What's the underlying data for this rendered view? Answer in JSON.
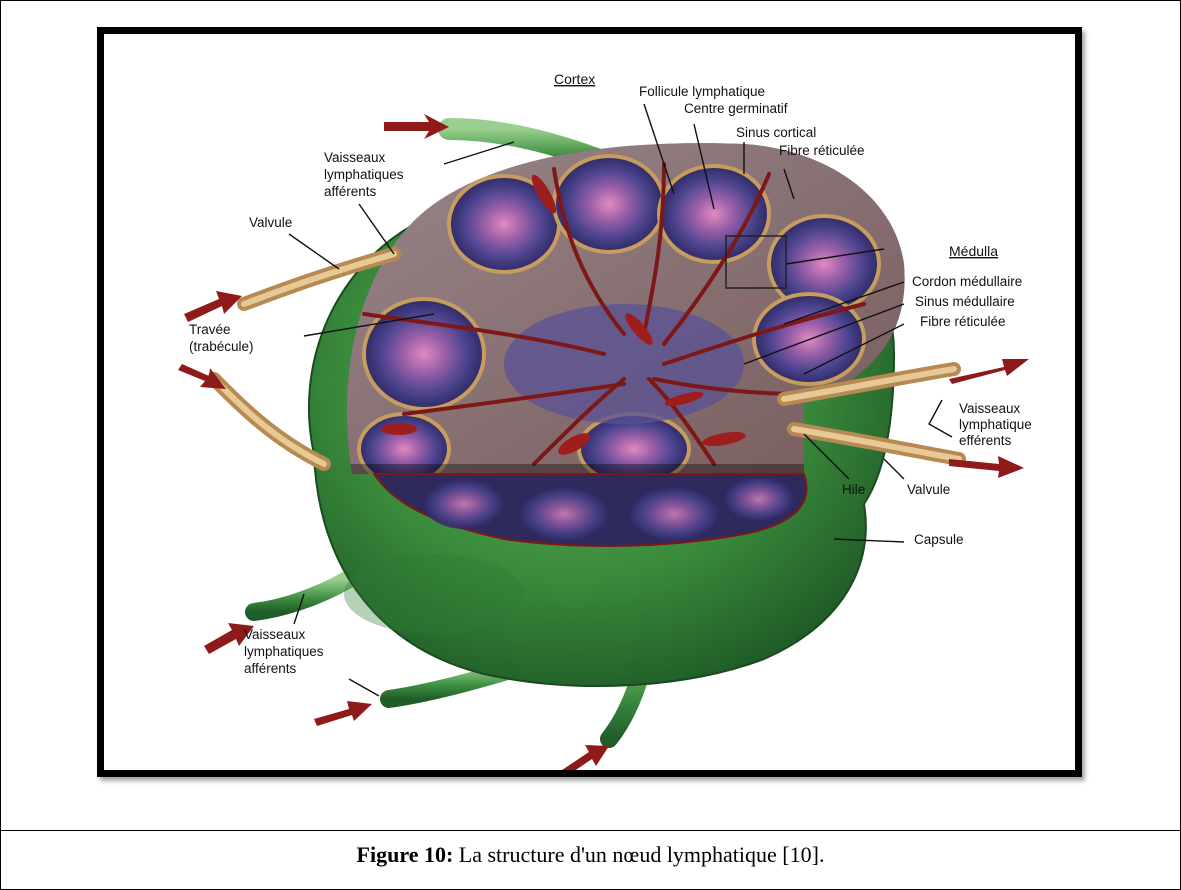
{
  "diagram": {
    "labels": {
      "cortex": "Cortex",
      "follicule": "Follicule lymphatique",
      "centre": "Centre germinatif",
      "sinus_cortical": "Sinus cortical",
      "fibre_top": "Fibre réticulée",
      "vaisseaux_aff_top": [
        "Vaisseaux",
        "lymphatiques",
        "afférents"
      ],
      "valvule_left": "Valvule",
      "travee": [
        "Travée",
        "(trabécule)"
      ],
      "medulla": "Médulla",
      "cordon": "Cordon médullaire",
      "sinus_medullaire": "Sinus médullaire",
      "fibre_right": "Fibre réticulée",
      "vaisseaux_eff": [
        "Vaisseaux",
        "lymphatique",
        "efférents"
      ],
      "hile": "Hile",
      "valvule_right": "Valvule",
      "capsule": "Capsule",
      "vaisseaux_aff_bottom": [
        "Vaisseaux",
        "lymphatiques",
        "afférents"
      ]
    },
    "colors": {
      "capsule_green": "#3f8f3f",
      "capsule_dark": "#1f5a26",
      "tissue_purple": "#4a3f86",
      "tan_network": "#c9a06a",
      "germinal_pink": "#d77ab0",
      "vessel_red": "#8f1c1c"
    }
  },
  "caption": {
    "label": "Figure 10:",
    "text": " La structure d'un nœud lymphatique [10]."
  }
}
